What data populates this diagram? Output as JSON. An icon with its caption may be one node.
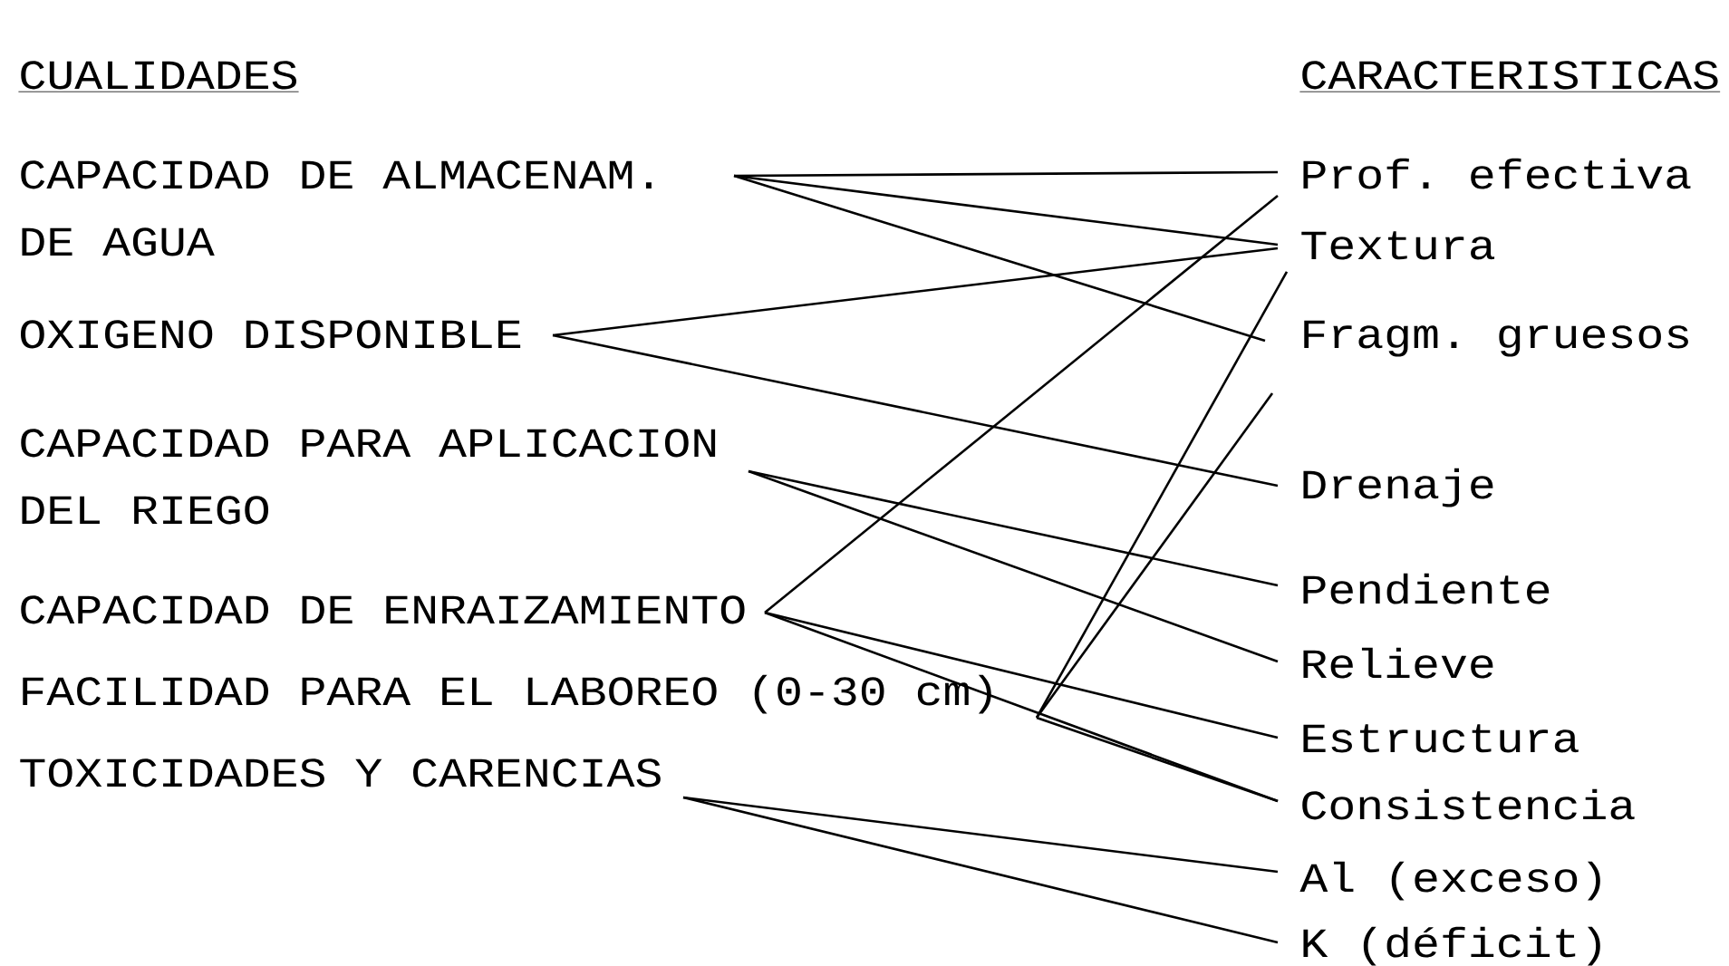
{
  "diagram": {
    "nodes": [
      {
        "text": [
          "CAPACIDAD DE ALMACENAM. DE AGUA"
        ]
      },
      {
        "text": [
          "OXIGENO DISPONIBLE"
        ]
      },
      {
        "text": [
          "CAPACIDAD PARA APLICACION DEL RIEGO"
        ]
      },
      {
        "text": [
          "CAPACIDAD DE ENRAIZAMIENTO"
        ]
      },
      {
        "text": [
          "FACILIDAD PARA EL LABOREO (0-30 cm)"
        ]
      },
      {
        "text": [
          "TOXICIDADES Y CARENCIAS"
        ]
      },
      {
        "text": [
          "Prof. efectiva"
        ]
      },
      {
        "text": [
          "Textura"
        ]
      },
      {
        "text": [
          "Fragm. gruesos"
        ]
      },
      {
        "text": [
          "Drenaje"
        ]
      },
      {
        "text": [
          "Pendiente"
        ]
      },
      {
        "text": [
          "Relieve"
        ]
      },
      {
        "text": [
          "Estructura"
        ]
      },
      {
        "text": [
          "Consistencia"
        ]
      },
      {
        "text": [
          "Al (exceso)"
        ]
      },
      {
        "text": [
          "K (déficit)"
        ]
      }
    ],
    "edges": [
      {
        "from": 0,
        "to": 6,
        "arrow": "none"
      },
      {
        "from": 0,
        "to": 7,
        "arrow": "none"
      },
      {
        "from": 0,
        "to": 8,
        "arrow": "none"
      },
      {
        "from": 1,
        "to": 7,
        "arrow": "none"
      },
      {
        "from": 1,
        "to": 9,
        "arrow": "none"
      },
      {
        "from": 2,
        "to": 10,
        "arrow": "none"
      },
      {
        "from": 2,
        "to": 11,
        "arrow": "none"
      },
      {
        "from": 3,
        "to": 6,
        "arrow": "none"
      },
      {
        "from": 3,
        "to": 12,
        "arrow": "none"
      },
      {
        "from": 3,
        "to": 13,
        "arrow": "none"
      },
      {
        "from": 4,
        "to": 7,
        "arrow": "none"
      },
      {
        "from": 4,
        "to": 8,
        "arrow": "none"
      },
      {
        "from": 4,
        "to": 13,
        "arrow": "none"
      },
      {
        "from": 5,
        "to": 14,
        "arrow": "none"
      },
      {
        "from": 5,
        "to": 15,
        "arrow": "none"
      }
    ],
    "labels": [
      "CUALIDADES",
      "CARACTERISTICAS"
    ]
  }
}
